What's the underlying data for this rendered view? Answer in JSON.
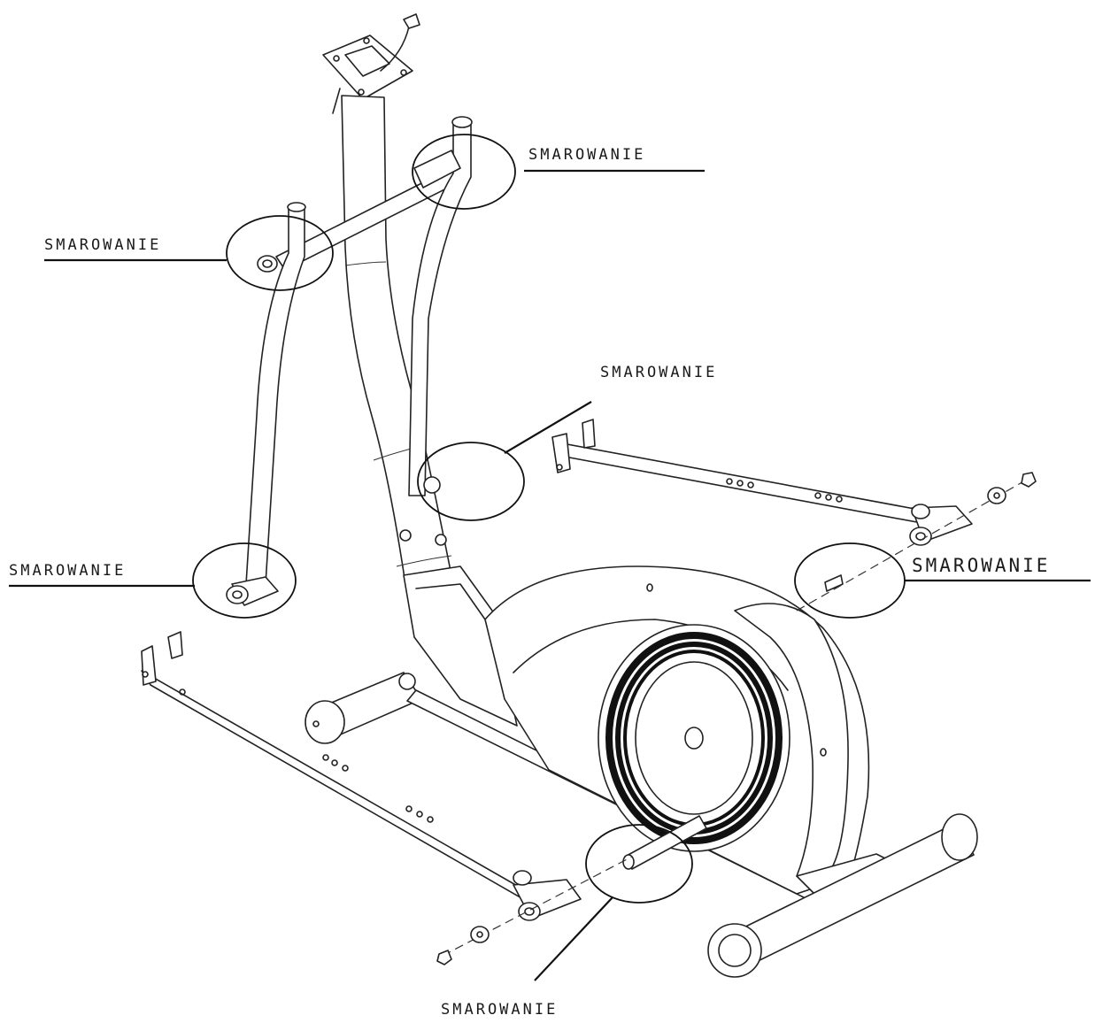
{
  "callouts": [
    {
      "id": "top-right",
      "text": "SMAROWANIE"
    },
    {
      "id": "upper-left",
      "text": "SMAROWANIE"
    },
    {
      "id": "middle",
      "text": "SMAROWANIE"
    },
    {
      "id": "lower-left",
      "text": "SMAROWANIE"
    },
    {
      "id": "right",
      "text": "SMAROWANIE"
    },
    {
      "id": "bottom",
      "text": "SMAROWANIE"
    }
  ]
}
